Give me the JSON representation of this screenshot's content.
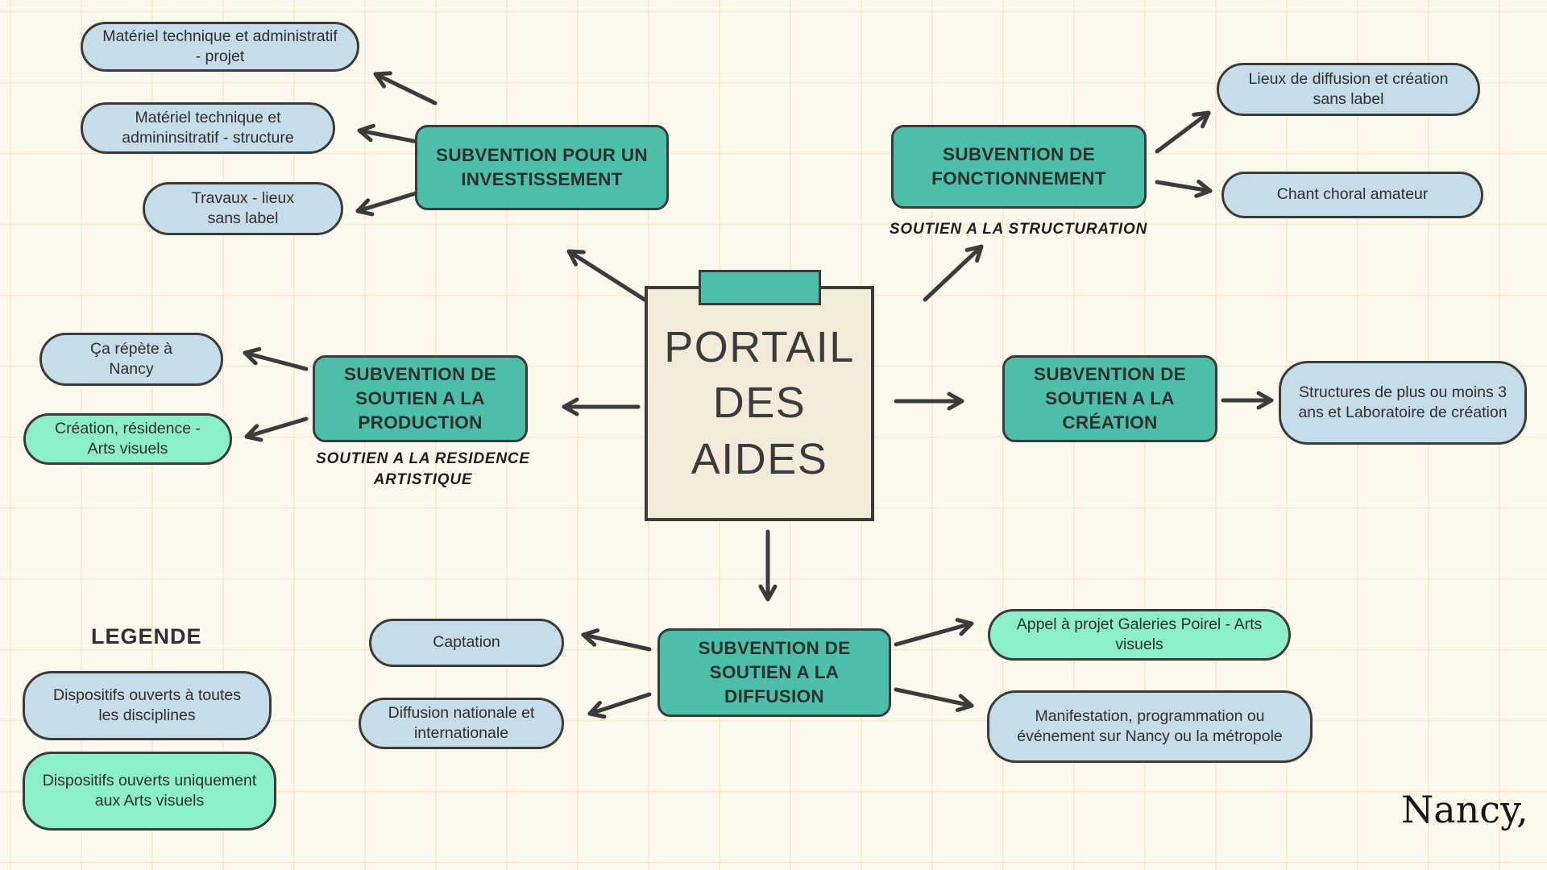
{
  "colors": {
    "background": "#FDF8EE",
    "grid": "#FAE7C8",
    "teal": "#4DBFA8",
    "light-blue": "#C6DCE8",
    "mint": "#8DEFC8",
    "beige": "#F3EBDA",
    "border": "#3B3B3B",
    "arrow": "#3B3B3B"
  },
  "center": {
    "lines": [
      "PORTAIL",
      "DES",
      "AIDES"
    ]
  },
  "branches": {
    "investissement": {
      "label": "SUBVENTION POUR UN INVESTISSEMENT",
      "children": [
        "Matériel technique et administratif - projet",
        "Matériel technique et admininsitratif - structure",
        "Travaux - lieux sans label"
      ]
    },
    "fonctionnement": {
      "label": "SUBVENTION DE FONCTIONNEMENT",
      "subtitle": "SOUTIEN A LA STRUCTURATION",
      "children": [
        "Lieux de diffusion et création sans label",
        "Chant choral amateur"
      ]
    },
    "production": {
      "label": "SUBVENTION DE SOUTIEN A LA PRODUCTION",
      "subtitle": "SOUTIEN A LA RESIDENCE ARTISTIQUE",
      "children": [
        "Ça répète à Nancy",
        "Création, résidence - Arts visuels"
      ]
    },
    "creation": {
      "label": "SUBVENTION DE SOUTIEN A LA CRÉATION",
      "children": [
        "Structures de plus ou moins 3 ans et Laboratoire de création"
      ]
    },
    "diffusion": {
      "label": "SUBVENTION DE SOUTIEN A LA DIFFUSION",
      "children": [
        "Captation",
        "Diffusion nationale et internationale",
        "Appel à projet Galeries Poirel - Arts visuels",
        "Manifestation, programmation ou événement sur Nancy ou la métropole"
      ]
    }
  },
  "legend": {
    "title": "LEGENDE",
    "items": [
      {
        "label": "Dispositifs ouverts à toutes les disciplines",
        "scope": "toutes disciplines"
      },
      {
        "label": "Dispositifs ouverts uniquement aux Arts visuels",
        "scope": "arts visuels"
      }
    ]
  },
  "logo": "Nancy,"
}
